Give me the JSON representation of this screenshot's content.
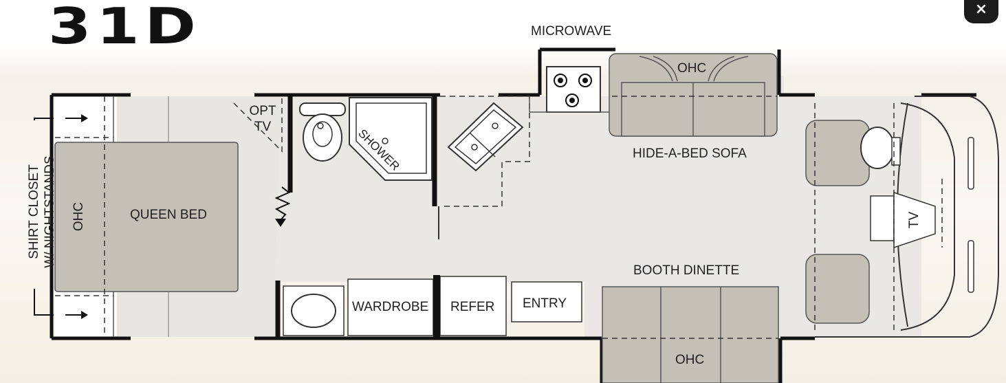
{
  "title": "31D",
  "close_label": "×",
  "labels": {
    "microwave": "MICROWAVE",
    "ohc_sofa": "OHC",
    "opt_tv_line1": "OPT",
    "opt_tv_line2": "TV",
    "shower": "SHOWER",
    "hide_a_bed_sofa": "HIDE-A-BED SOFA",
    "queen_bed": "QUEEN BED",
    "ohc_bed": "OHC",
    "shirt_closet_line1": "SHIRT CLOSET",
    "shirt_closet_line2": "W/ NIGHTSTANDS",
    "wardrobe": "WARDROBE",
    "refer": "REFER",
    "entry": "ENTRY",
    "booth_dinette": "BOOTH DINETTE",
    "ohc_dinette": "OHC",
    "tv_front": "TV"
  },
  "colors": {
    "wall": "#111111",
    "floor": "#e6e5e0",
    "furniture": "#c2bdb3",
    "furniture_stroke": "#555555",
    "background": "#f6f3ec"
  }
}
